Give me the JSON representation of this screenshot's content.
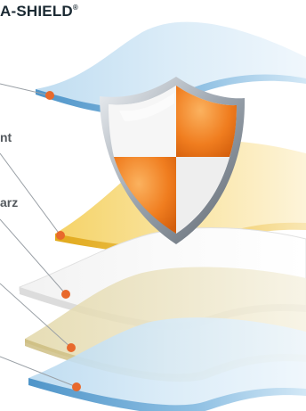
{
  "title": {
    "text": "A-SHIELD",
    "mark": "®"
  },
  "labels": {
    "layer_two_label": "nt",
    "layer_three_label": "arz"
  },
  "colors": {
    "marker": "#e8692c",
    "leader_line": "#9aa0a6",
    "title_text": "#1b2a33",
    "label_text": "#555a5f",
    "shield_orange": "#f07d1f",
    "shield_white": "#f4f4f4",
    "shield_rim": "#9aa3ad"
  },
  "icons": {
    "shield": "shield-icon"
  }
}
